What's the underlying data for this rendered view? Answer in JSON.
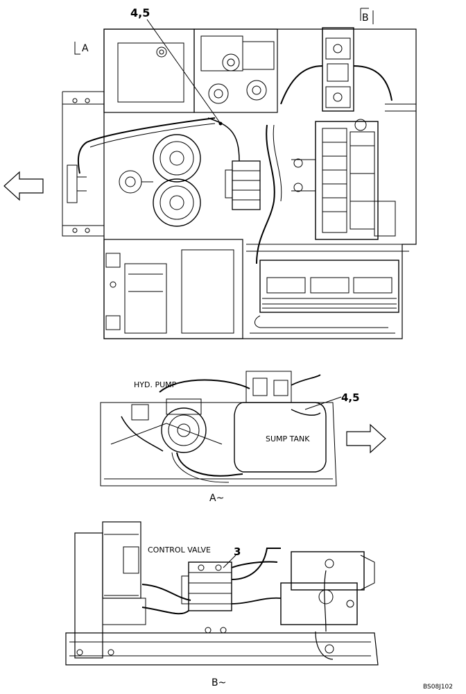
{
  "labels": {
    "top_callout": "4,5",
    "view_a_marker": "A",
    "view_b_marker": "B",
    "hyd_pump": "HYD. PUMP",
    "mid_callout": "4,5",
    "sump_tank": "SUMP TANK",
    "view_a_caption": "A~",
    "control_valve": "CONTROL VALVE",
    "bottom_callout": "3",
    "view_b_caption": "B~",
    "drawing_code": "BS08J102"
  },
  "colors": {
    "line": "#000000",
    "background": "#ffffff"
  }
}
